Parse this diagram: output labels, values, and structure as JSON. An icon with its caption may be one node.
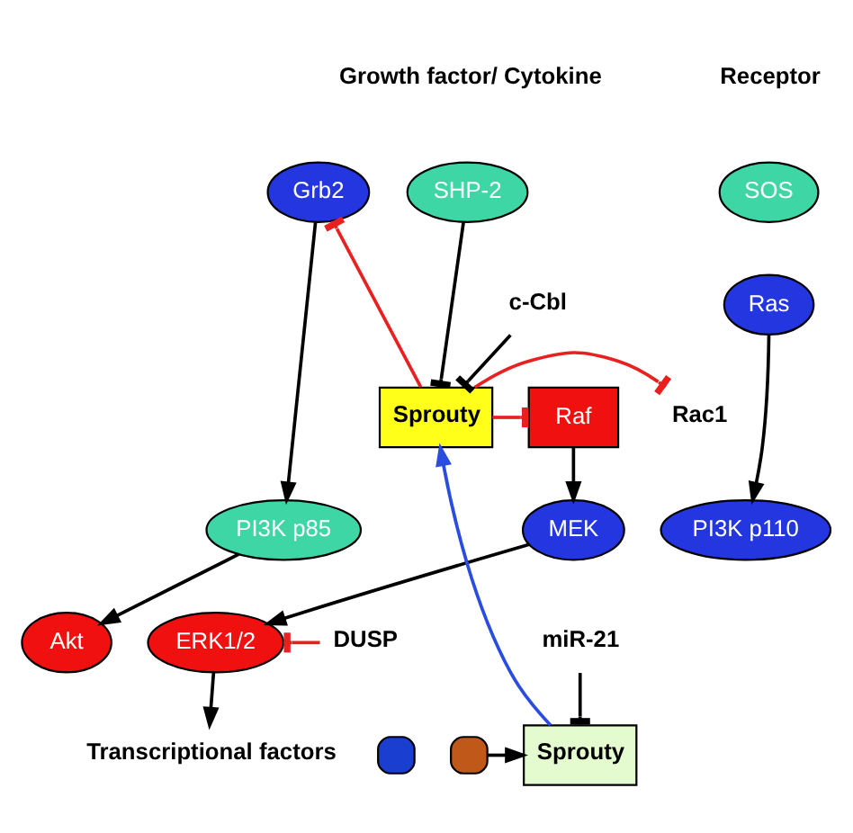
{
  "diagram": {
    "nodes": [
      {
        "text": [
          "SHP-2"
        ]
      },
      {
        "text": [
          "Grb2"
        ]
      },
      {
        "text": [
          "SOS"
        ]
      },
      {
        "text": [
          "Ras"
        ]
      },
      {
        "text": [
          "Sprouty"
        ]
      },
      {
        "text": [
          "Rac1"
        ]
      },
      {
        "text": [
          "Raf"
        ]
      },
      {
        "text": [
          "c-Cbl"
        ]
      },
      {
        "text": [
          "PI3K p85"
        ]
      },
      {
        "text": [
          "PI3K p110"
        ]
      },
      {
        "text": [
          "MEK"
        ]
      },
      {
        "text": [
          "Akt"
        ]
      },
      {
        "text": [
          "ERK1/2"
        ]
      },
      {
        "text": [
          "DUSP"
        ]
      },
      {
        "text": [
          "Transcriptional factors"
        ]
      },
      {
        "text": [],
        "shape": "box"
      },
      {
        "text": [],
        "shape": "box"
      },
      {
        "text": [
          "Sprouty"
        ]
      },
      {
        "text": [
          "miR-21"
        ]
      }
    ],
    "edges": [
      {
        "from": 0,
        "to": 4,
        "arrow": "other"
      },
      {
        "from": 4,
        "to": 1,
        "arrow": "other",
        "color": "#e8201f"
      },
      {
        "from": 4,
        "to": 6,
        "arrow": "other",
        "color": "#e8201f"
      },
      {
        "from": 4,
        "to": 5,
        "arrow": "other",
        "color": "#e8201f"
      },
      {
        "from": 7,
        "to": 4,
        "arrow": "other"
      },
      {
        "from": 1,
        "to": 8,
        "arrow": "to"
      },
      {
        "from": 3,
        "to": 9,
        "arrow": "to"
      },
      {
        "from": 6,
        "to": 10,
        "arrow": "to"
      },
      {
        "from": 10,
        "to": 12,
        "arrow": "to"
      },
      {
        "from": 8,
        "to": 11,
        "arrow": "to"
      },
      {
        "from": 13,
        "to": 12,
        "arrow": "other",
        "color": "#e8201f"
      },
      {
        "from": 12,
        "to": 14,
        "arrow": "to"
      },
      {
        "from": 16,
        "to": 17,
        "arrow": "to"
      },
      {
        "from": 17,
        "to": 4,
        "arrow": "to",
        "color": "#2a4de0"
      },
      {
        "from": 18,
        "to": 17,
        "arrow": "other"
      }
    ],
    "labels": [
      "Growth factor/ Cytokine",
      "Receptor"
    ]
  }
}
